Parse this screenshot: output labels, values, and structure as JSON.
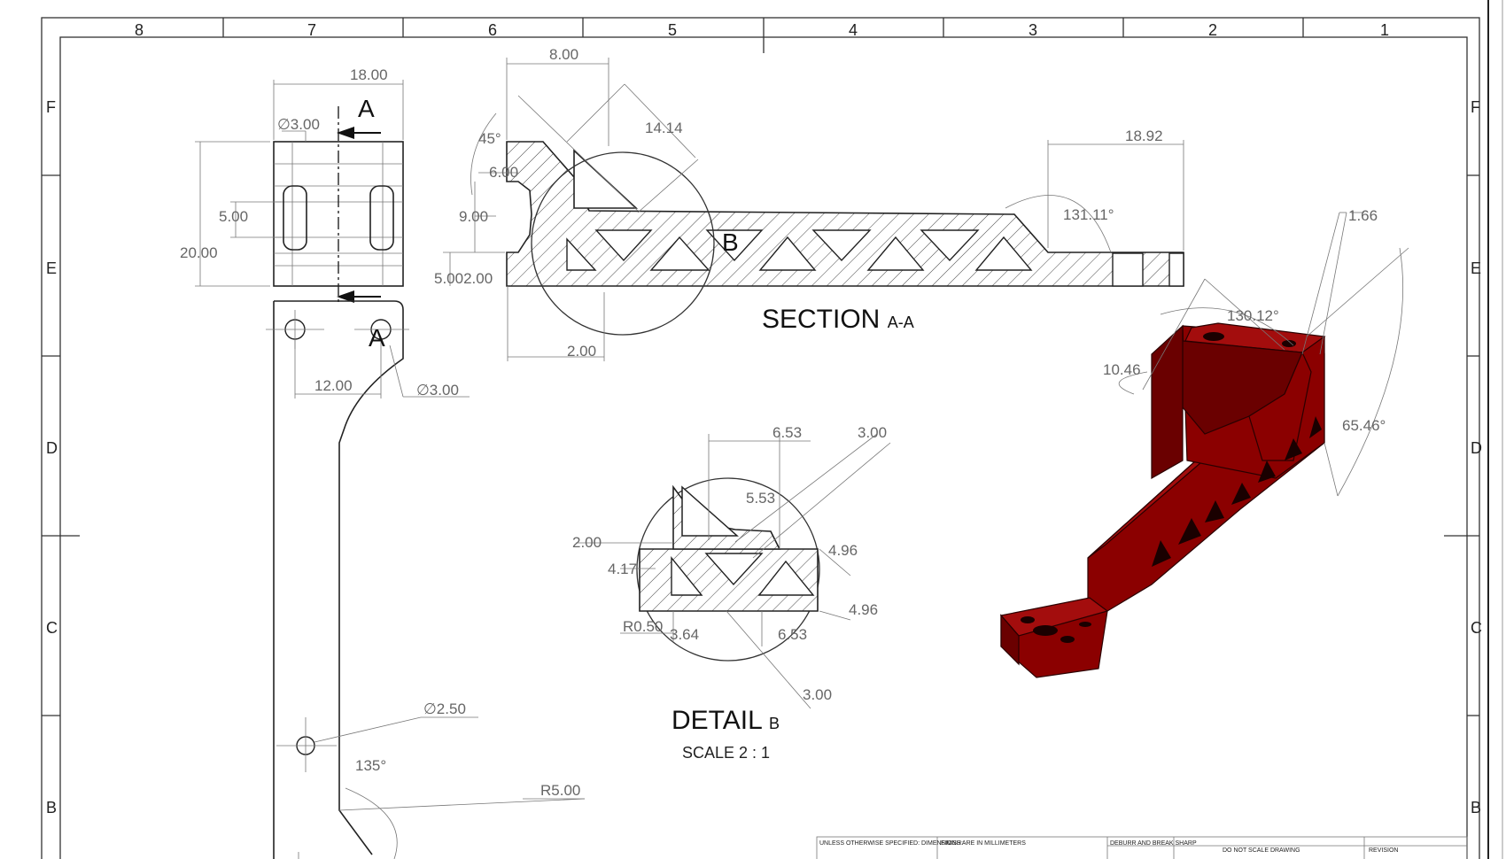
{
  "zones": {
    "columns": [
      "8",
      "7",
      "6",
      "5",
      "4",
      "3",
      "2",
      "1"
    ],
    "rows": [
      "F",
      "E",
      "D",
      "C",
      "B"
    ]
  },
  "views": {
    "front": {
      "dims": {
        "width": "18.00",
        "hole_dia": "∅3.00",
        "height": "20.00",
        "slot": "5.00",
        "hole_dia_lower": "∅3.00",
        "hole_spacing": "12.00",
        "small_hole": "∅2.50",
        "angle": "135°",
        "radius": "R5.00"
      },
      "section_letter_top": "A",
      "section_letter_bottom": "A"
    },
    "section": {
      "title": "SECTION",
      "suffix": "A-A",
      "detail_letter": "B",
      "dims": {
        "top": "8.00",
        "diag": "14.14",
        "angle": "45°",
        "d6": "6.00",
        "d9": "9.00",
        "stack": "5.002.00",
        "bottom": "2.00",
        "right_width": "18.92",
        "right_angle": "131.11°"
      }
    },
    "detail": {
      "title": "DETAIL",
      "suffix": "B",
      "scale": "SCALE 2 : 1",
      "dims": {
        "a": "6.53",
        "b": "3.00",
        "c": "5.53",
        "d": "2.00",
        "e": "4.17",
        "f": "4.96",
        "g": "4.96",
        "h": "R0.50",
        "i": "3.64",
        "j": "6.53",
        "k": "3.00"
      }
    },
    "iso": {
      "color": "#8b0000",
      "dims": {
        "a": "1.66",
        "b": "130.12°",
        "c": "10.46",
        "d": "65.46°"
      }
    }
  },
  "title_block": {
    "tolerance_note": "UNLESS OTHERWISE SPECIFIED: DIMENSIONS ARE IN MILLIMETERS",
    "finish": "FINISH:",
    "deburr": "DEBURR AND BREAK SHARP",
    "no_scale": "DO NOT SCALE DRAWING",
    "revision": "REVISION"
  }
}
